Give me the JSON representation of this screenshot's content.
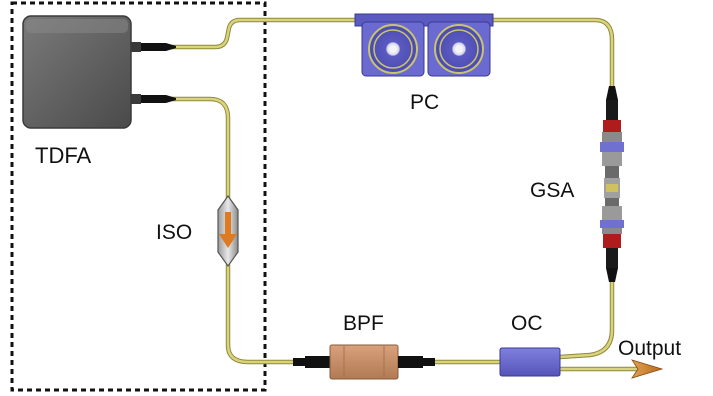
{
  "labels": {
    "tdfa": "TDFA",
    "pc": "PC",
    "gsa": "GSA",
    "iso": "ISO",
    "bpf": "BPF",
    "oc": "OC",
    "output": "Output"
  },
  "colors": {
    "fiber": "#c9c46e",
    "fiber_outline": "#8f8a3a",
    "tdfa_body": "#5e5e5e",
    "pc_body": "#6a6ad0",
    "connector_red": "#b01c1c",
    "connector_gray": "#8a8a8a",
    "connector_blue": "#7070d0",
    "bpf_body": "#c8906a",
    "oc_body": "#6a6ad0",
    "output_arrow": "#c87a2a",
    "dashed_box": "#111111"
  },
  "icons": {
    "iso": "isolator-arrow-icon",
    "output": "output-arrow-icon"
  }
}
